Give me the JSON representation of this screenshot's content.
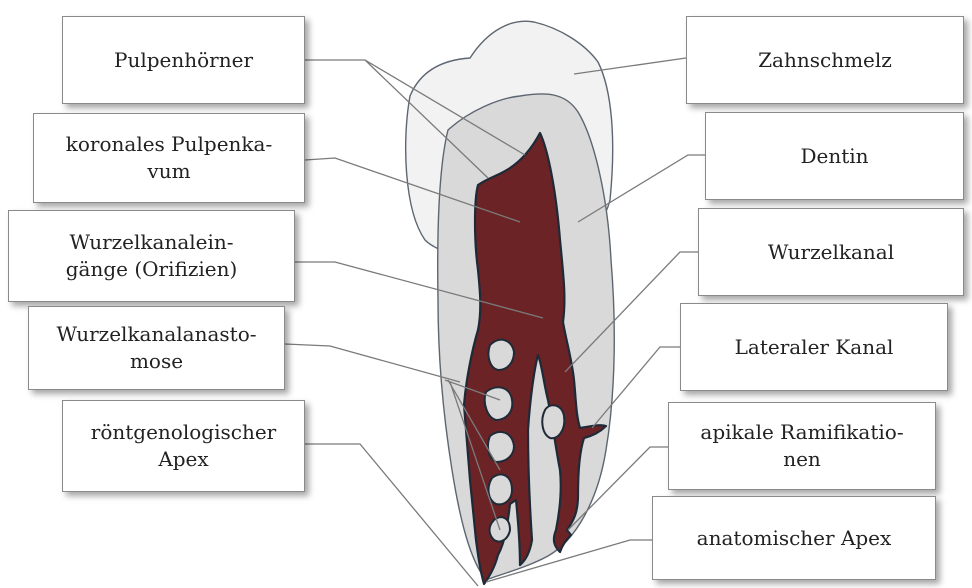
{
  "labels": {
    "pulpenhoerner": "Pulpenhörner",
    "koronales_pulpenkavum": "koronales Pulpenka-\nvum",
    "wurzelkanaleingaenge": "Wurzelkanalein-\ngänge (Orifizien)",
    "wurzelkanalanastomose": "Wurzelkanalanasto-\nmose",
    "roentgenologischer_apex": "röntgenologischer\nApex",
    "zahnschmelz": "Zahnschmelz",
    "dentin": "Dentin",
    "wurzelkanal": "Wurzelkanal",
    "lateraler_kanal": "Lateraler Kanal",
    "apikale_ramifikationen": "apikale Ramifikatio-\nnen",
    "anatomischer_apex": "anatomischer Apex"
  },
  "colors": {
    "enamel": "#f2f2f2",
    "dentin": "#d9d9d9",
    "pulp": "#6b2326",
    "pulp_outline": "#1e2a38",
    "leader_line": "#7a7a7a"
  }
}
